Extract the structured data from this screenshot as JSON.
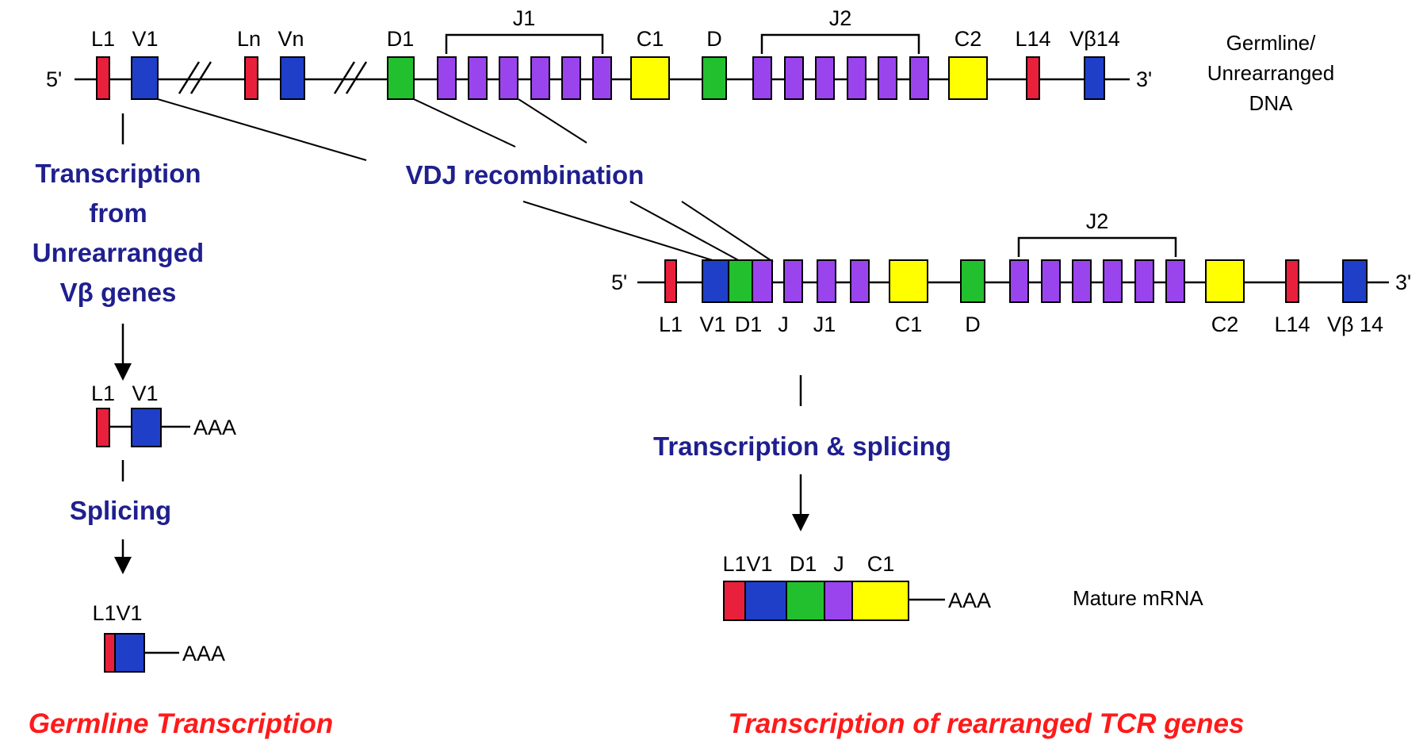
{
  "colors": {
    "leader": "#e8203c",
    "v_gene": "#1f3fc8",
    "d_gene": "#22c02e",
    "j_gene": "#9a44ee",
    "c_gene": "#ffff00",
    "step_text": "#1f1f8f",
    "footer_text": "#ff1a1a"
  },
  "germline": {
    "five_prime": "5'",
    "three_prime": "3'",
    "labels": {
      "l1": "L1",
      "v1": "V1",
      "ln": "Ln",
      "vn": "Vn",
      "d1": "D1",
      "j1": "J1",
      "c1": "C1",
      "d": "D",
      "j2": "J2",
      "c2": "C2",
      "l14": "L14",
      "vb14": "Vβ14"
    },
    "description": [
      "Germline/",
      "Unrearranged",
      "DNA"
    ]
  },
  "rearranged": {
    "five_prime": "5'",
    "three_prime": "3'",
    "labels": {
      "j2": "J2",
      "l1": "L1",
      "v1": "V1",
      "d1": "D1",
      "j": "J",
      "j1": "J1",
      "c1": "C1",
      "d": "D",
      "c2": "C2",
      "l14": "L14",
      "vb": "Vβ",
      "vb_num": "14"
    }
  },
  "steps": {
    "vdj": "VDJ recombination",
    "germline_transcription": [
      "Transcription",
      "from",
      "Unrearranged",
      "Vβ genes"
    ],
    "splicing": "Splicing",
    "transcription_splicing": "Transcription & splicing"
  },
  "germline_transcript": {
    "l1": "L1",
    "v1": "V1",
    "polya": "AAA"
  },
  "germline_spliced": {
    "l1v1": "L1V1",
    "polya": "AAA"
  },
  "mature_mrna": {
    "l1v1": "L1V1",
    "d1": "D1",
    "j": "J",
    "c1": "C1",
    "polya": "AAA",
    "label": "Mature mRNA"
  },
  "footers": {
    "left": "Germline Transcription",
    "right": "Transcription of rearranged TCR genes"
  }
}
